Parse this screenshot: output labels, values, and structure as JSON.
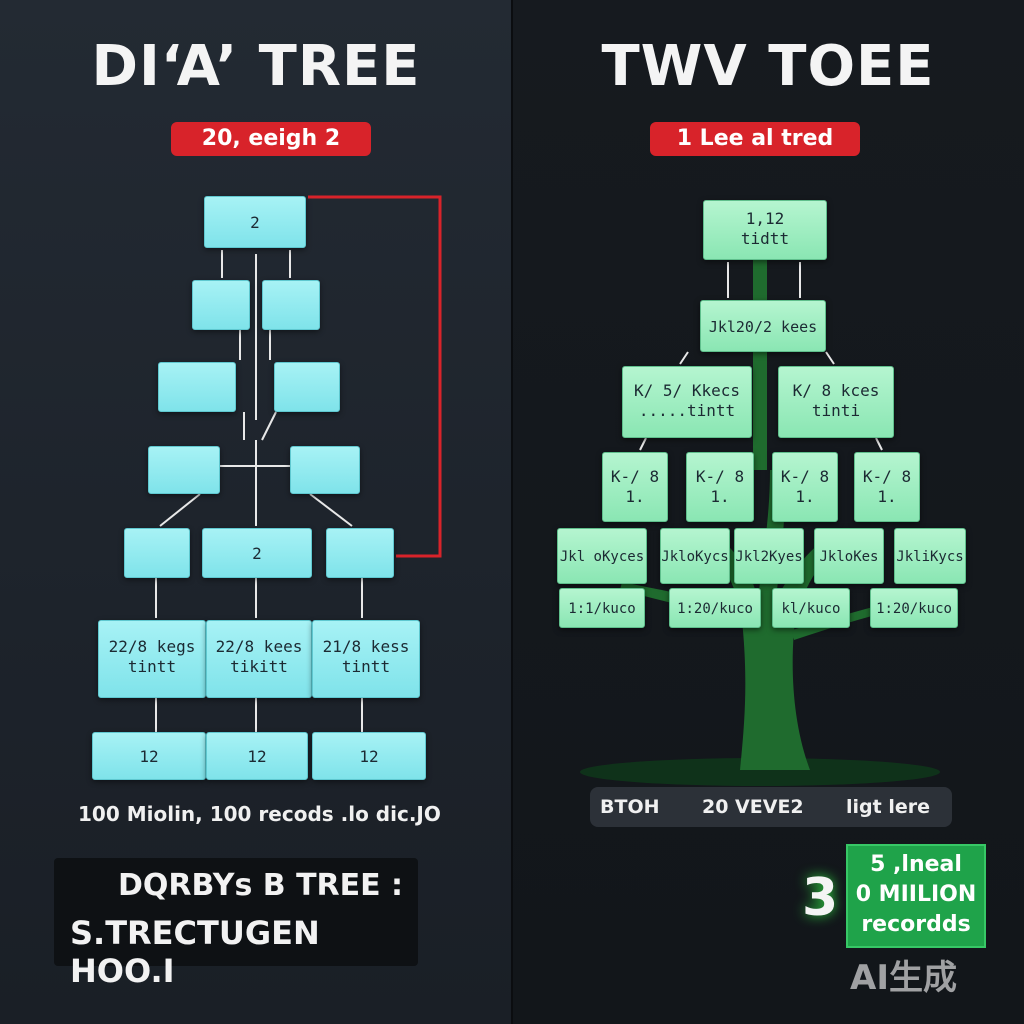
{
  "left": {
    "title": "DI‘A’ TREE",
    "badge": "20, eeigh 2",
    "boxes": {
      "root": "2",
      "mid": "2",
      "leaf_a": [
        "22/8 kegs",
        "tintt"
      ],
      "leaf_b": [
        "22/8 kees",
        "tikitt"
      ],
      "leaf_c": [
        "21/8 kess",
        "tintt"
      ],
      "bottom": [
        "12",
        "12",
        "12"
      ]
    },
    "caption": "100 Miolin, 100 recods .lo dic.JO",
    "callout": {
      "line1": "DQRBYs B TREE :",
      "line2": "S.TRECTUGEN HOO.I"
    }
  },
  "right": {
    "title": "TWV TOEE",
    "badge": "1 Lee al tred",
    "boxes": {
      "root": [
        "1,12",
        "tidtt"
      ],
      "level1": "Jkl20/2 kees",
      "level2": [
        [
          "K/ 5/ Kkecs",
          ".....tintt"
        ],
        [
          "K/ 8 kces",
          "tinti"
        ]
      ],
      "level3": [
        [
          "K-/ 8",
          "1."
        ],
        [
          "K-/ 8",
          "1."
        ],
        [
          "K-/ 8",
          "1."
        ],
        [
          "K-/ 8",
          "1."
        ]
      ],
      "level4": [
        "Jkl oKyces",
        "JkloKycs",
        "Jkl2Kyes",
        "JkloKes",
        "JkliKycs"
      ],
      "level5": [
        "1:1/kuco",
        "1:20/kuco",
        "kl/kuco",
        "1:20/kuco"
      ]
    },
    "legend": {
      "a": "BTOH",
      "b": "20 VEVE2",
      "c": "ligt lere"
    },
    "stat": {
      "number": "3",
      "line1": "5 ,lneal",
      "line2": "0 MIILION",
      "line3": "recordds"
    }
  },
  "watermark": "AI生成",
  "colors": {
    "accent_red": "#d8232a",
    "node_cyan": "#8ce7ee",
    "node_mint": "#9aeac0",
    "tree_green": "#1f6b2e",
    "stat_green": "#1fa34a"
  }
}
